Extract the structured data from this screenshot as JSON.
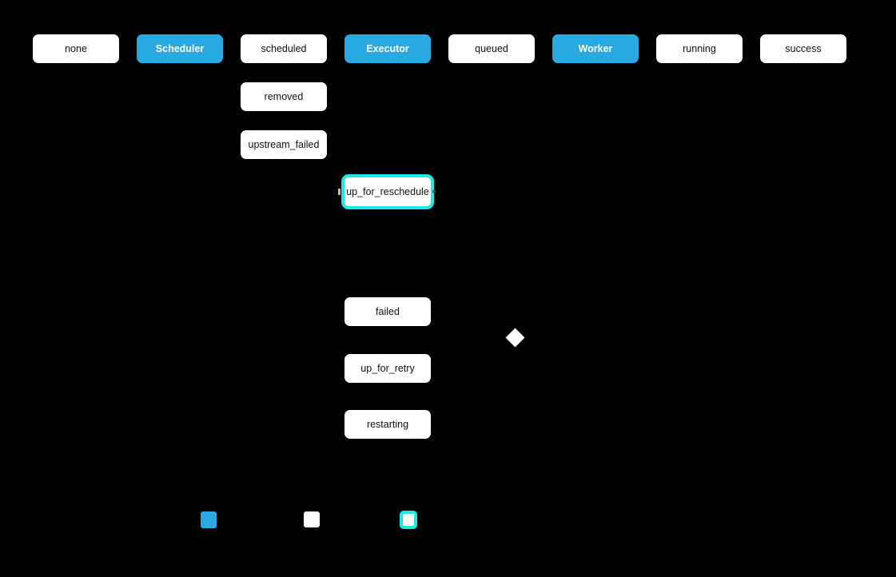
{
  "diagram": {
    "description": "Task lifecycle state diagram (Airflow) on black background; connector arrows and legend text are black and not visible",
    "background_color": "#000000",
    "colors": {
      "component_blue": "#29a9e1",
      "state_white": "#ffffff",
      "highlight_cyan_border": "#21e6e6",
      "text_on_white": "#111111",
      "text_on_blue": "#ffffff"
    },
    "nodes": {
      "none": {
        "label": "none",
        "style": "white"
      },
      "scheduler": {
        "label": "Scheduler",
        "style": "blue"
      },
      "scheduled": {
        "label": "scheduled",
        "style": "white"
      },
      "executor": {
        "label": "Executor",
        "style": "blue"
      },
      "queued": {
        "label": "queued",
        "style": "white"
      },
      "worker": {
        "label": "Worker",
        "style": "blue"
      },
      "running": {
        "label": "running",
        "style": "white"
      },
      "success": {
        "label": "success",
        "style": "white"
      },
      "removed": {
        "label": "removed",
        "style": "white"
      },
      "upstream_failed": {
        "label": "upstream_failed",
        "style": "white"
      },
      "up_for_reschedule": {
        "label": "up_for_reschedule",
        "style": "cyan-outline"
      },
      "failed": {
        "label": "failed",
        "style": "white"
      },
      "up_for_retry": {
        "label": "up_for_retry",
        "style": "white"
      },
      "restarting": {
        "label": "restarting",
        "style": "white"
      }
    },
    "decision_diamond": {
      "shape": "diamond",
      "fill": "#ffffff"
    },
    "legend": {
      "swatches": [
        {
          "name": "blue-swatch",
          "fill": "#29a9e1"
        },
        {
          "name": "white-swatch",
          "fill": "#ffffff"
        },
        {
          "name": "cyan-outline-swatch",
          "fill": "#ffffff",
          "border": "#21e6e6"
        }
      ]
    }
  }
}
